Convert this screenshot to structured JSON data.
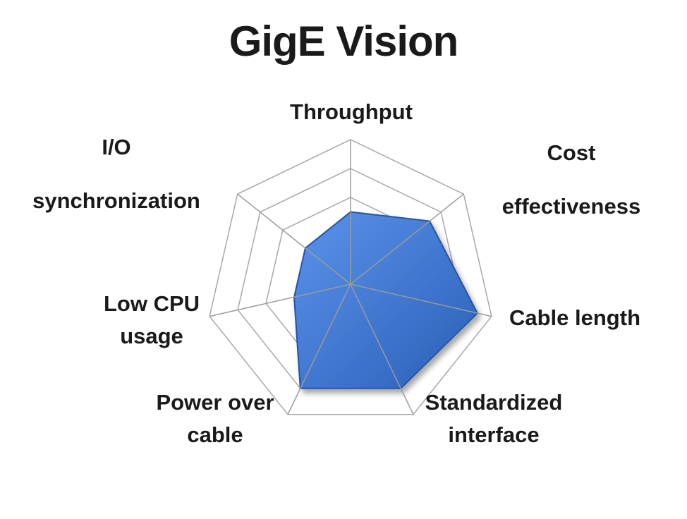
{
  "chart_data": {
    "type": "radar",
    "title": "GigE Vision",
    "categories": [
      "Throughput",
      "Cost effectiveness",
      "Cable length",
      "Standardized interface",
      "Power over cable",
      "Low CPU usage",
      "I/O synchronization"
    ],
    "category_lines": [
      [
        "Throughput"
      ],
      [
        "Cost",
        "effectiveness"
      ],
      [
        "Cable length"
      ],
      [
        "Standardized",
        "interface"
      ],
      [
        "Power over",
        "cable"
      ],
      [
        "Low CPU",
        "usage"
      ],
      [
        "I/O",
        "synchronization"
      ]
    ],
    "rlim": [
      0,
      5
    ],
    "grid_rings": 5,
    "series": [
      {
        "values": [
          2.5,
          3.5,
          4.5,
          4,
          4,
          2,
          2
        ],
        "color": "#3b73d4"
      }
    ],
    "grid": true,
    "legend": "none"
  }
}
